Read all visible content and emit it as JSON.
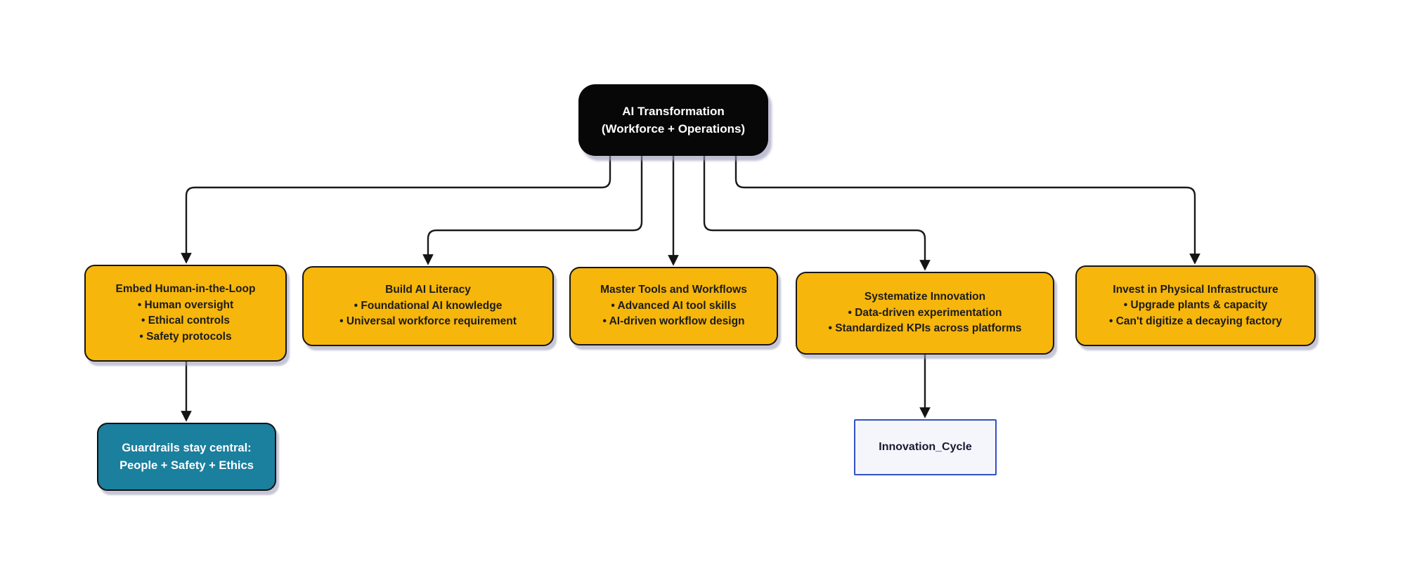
{
  "diagram": {
    "root": {
      "line1": "AI Transformation",
      "line2": "(Workforce + Operations)"
    },
    "branches": [
      {
        "title": "Embed Human-in-the-Loop",
        "bullets": [
          "• Human oversight",
          "• Ethical controls",
          "• Safety protocols"
        ]
      },
      {
        "title": "Build AI Literacy",
        "bullets": [
          "• Foundational AI knowledge",
          "• Universal workforce requirement"
        ]
      },
      {
        "title": "Master Tools and Workflows",
        "bullets": [
          "• Advanced AI tool skills",
          "• AI-driven workflow design"
        ]
      },
      {
        "title": "Systematize Innovation",
        "bullets": [
          "• Data-driven experimentation",
          "• Standardized KPIs across platforms"
        ]
      },
      {
        "title": "Invest in Physical Infrastructure",
        "bullets": [
          "• Upgrade plants & capacity",
          "• Can't digitize a decaying factory"
        ]
      }
    ],
    "guardrails": {
      "line1": "Guardrails stay central:",
      "line2": "People + Safety + Ethics"
    },
    "innovation_cycle": {
      "label": "Innovation_Cycle"
    },
    "colors": {
      "background": "#FFFFFF",
      "root_fill": "#070707",
      "root_text": "#FFFFFF",
      "branch_fill": "#F6B60B",
      "branch_border": "#161616",
      "branch_text": "#1C1C1C",
      "guardrails_fill": "#1B7F9E",
      "guardrails_text": "#FFFFFF",
      "innovation_cycle_fill": "#F5F6FC",
      "innovation_cycle_border": "#3350C4",
      "innovation_cycle_text": "#181830",
      "edge": "#1A1A1A",
      "shadow": "#9797B4"
    }
  }
}
